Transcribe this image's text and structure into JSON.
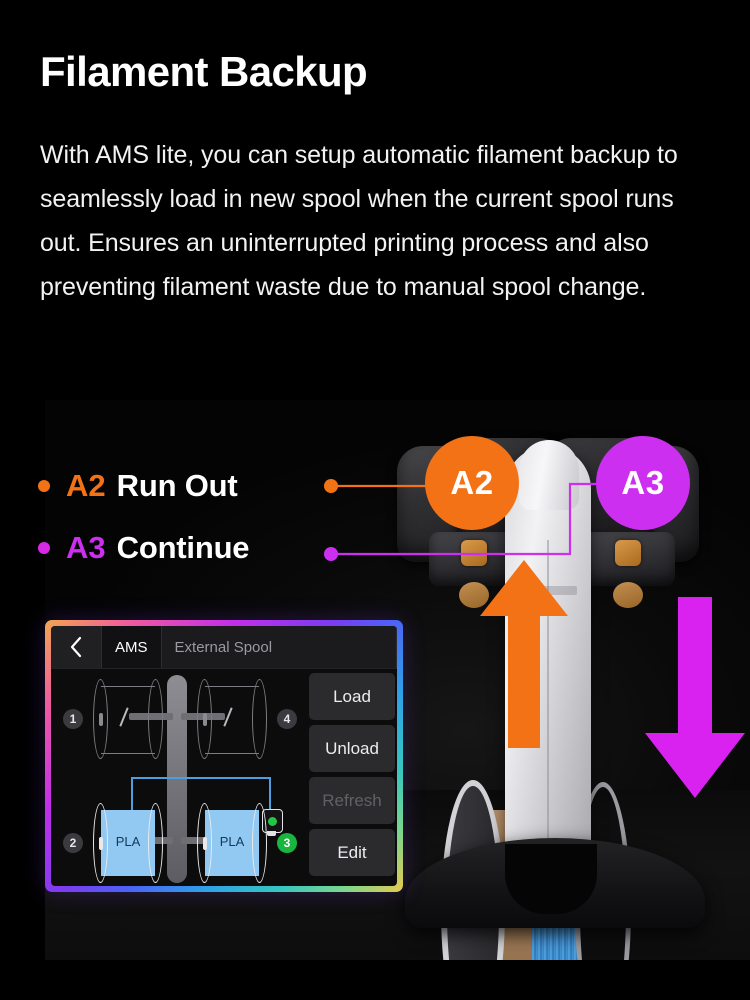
{
  "page": {
    "background_color": "#000000",
    "headline": "Filament Backup",
    "body": "With AMS lite, you can setup automatic filament backup to seamlessly load in new spool when the current spool runs out. Ensures an uninterrupted printing process and also preventing filament waste due to manual spool change."
  },
  "legend": {
    "items": [
      {
        "code": "A2",
        "label": "Run Out",
        "color": "#f47216",
        "dot_color": "#f47216"
      },
      {
        "code": "A3",
        "label": "Continue",
        "color": "#cc2ff0",
        "dot_color": "#d929e8"
      }
    ]
  },
  "callouts": [
    {
      "label": "A2",
      "color": "#f47216",
      "meaning": "Run Out"
    },
    {
      "label": "A3",
      "color": "#cc2ff0",
      "meaning": "Continue"
    }
  ],
  "flow_arrows": [
    {
      "name": "unload-arrow",
      "direction": "up",
      "color": "#f47216"
    },
    {
      "name": "load-arrow",
      "direction": "down",
      "color": "#d921f0"
    }
  ],
  "ams_panel": {
    "border_gradient": [
      "#f2a74e",
      "#ef5aa0",
      "#c32fe8",
      "#7b3cf0",
      "#4b63f5",
      "#2fa0e8",
      "#36c6c0",
      "#7bd68c",
      "#e8c94f"
    ],
    "back_button": "‹",
    "tabs": [
      {
        "label": "AMS",
        "active": true
      },
      {
        "label": "External Spool",
        "active": false
      }
    ],
    "buttons": [
      {
        "label": "Load",
        "enabled": true
      },
      {
        "label": "Unload",
        "enabled": true
      },
      {
        "label": "Refresh",
        "enabled": false
      },
      {
        "label": "Edit",
        "enabled": true
      }
    ],
    "slots": [
      {
        "number": "1",
        "material": "",
        "loaded": false,
        "active": false,
        "filament_color": ""
      },
      {
        "number": "4",
        "material": "",
        "loaded": false,
        "active": false,
        "filament_color": ""
      },
      {
        "number": "2",
        "material": "PLA",
        "loaded": true,
        "active": false,
        "filament_color": "#92c9f2"
      },
      {
        "number": "3",
        "material": "PLA",
        "loaded": true,
        "active": true,
        "filament_color": "#92c9f2"
      }
    ],
    "sensor": {
      "name": "filament-hub-sensor",
      "status_color": "#24c445"
    }
  }
}
